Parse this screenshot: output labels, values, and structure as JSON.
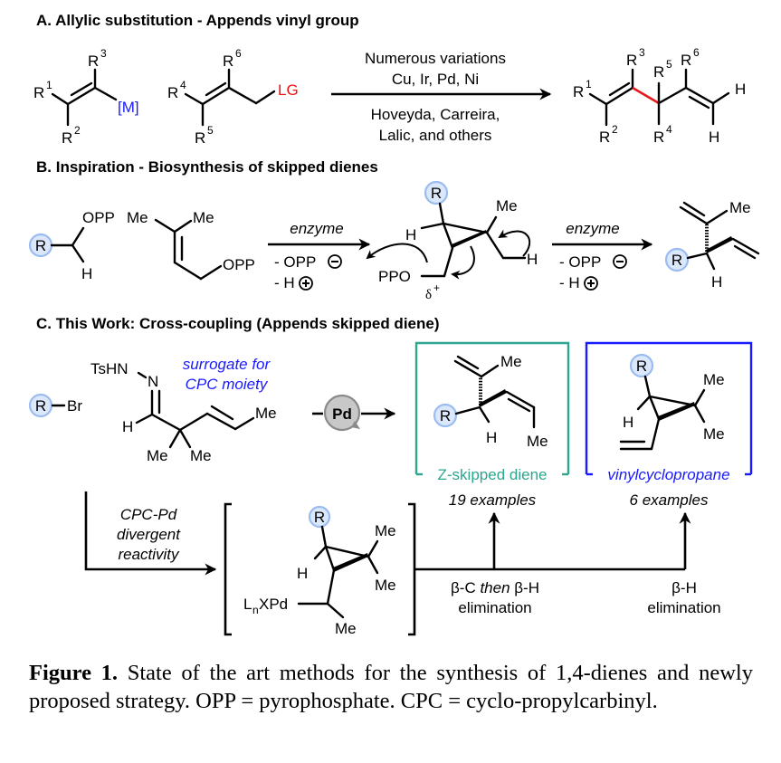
{
  "sections": {
    "a": {
      "title": "A. Allylic substitution - Appends vinyl group",
      "reagent1": {
        "r1": "R",
        "r1_sup": "1",
        "r2": "R",
        "r2_sup": "2",
        "r3": "R",
        "r3_sup": "3",
        "metal": "[M]"
      },
      "reagent2": {
        "r4": "R",
        "r4_sup": "4",
        "r5": "R",
        "r5_sup": "5",
        "r6": "R",
        "r6_sup": "6",
        "leaving_group": "LG"
      },
      "arrow_above": [
        "Numerous variations",
        "Cu, Ir, Pd, Ni"
      ],
      "arrow_below": [
        "Hoveyda, Carreira,",
        "Lalic, and others"
      ],
      "product": {
        "r1": "R",
        "r1_sup": "1",
        "r2": "R",
        "r2_sup": "2",
        "r3": "R",
        "r3_sup": "3",
        "r4": "R",
        "r4_sup": "4",
        "r5": "R",
        "r5_sup": "5",
        "r6": "R",
        "r6_sup": "6",
        "h1": "H",
        "h2": "H"
      }
    },
    "b": {
      "title": "B. Inspiration - Biosynthesis of skipped dienes",
      "sm1": {
        "r": "R",
        "opp": "OPP",
        "h": "H"
      },
      "sm2": {
        "me1": "Me",
        "me2": "Me",
        "opp": "OPP"
      },
      "arrow1": {
        "above": "enzyme",
        "below1": "- OPP",
        "below2": "- H"
      },
      "intermediate": {
        "r": "R",
        "h": "H",
        "me": "Me",
        "h2": "H",
        "ppo": "PPO",
        "delta": "δ",
        "delta_sup": "+"
      },
      "arrow2": {
        "above": "enzyme",
        "below1": "- OPP",
        "below2": "- H"
      },
      "product": {
        "r": "R",
        "me": "Me",
        "h": "H"
      }
    },
    "c": {
      "title": "C. This Work: Cross-coupling (Appends skipped diene)",
      "rbr": {
        "r": "R",
        "br": "Br"
      },
      "hydrazone": {
        "tshn": "TsHN",
        "n": "N",
        "h": "H",
        "me1": "Me",
        "me2": "Me",
        "me3": "Me"
      },
      "surrogate_note": [
        "surrogate for",
        "CPC moiety"
      ],
      "catalyst": "Pd",
      "product_z": {
        "label": "Z-skipped diene",
        "examples": "19 examples",
        "r": "R",
        "me1": "Me",
        "me2": "Me",
        "h": "H"
      },
      "product_vcp": {
        "label": "vinylcyclopropane",
        "examples": "6 examples",
        "r": "R",
        "me1": "Me",
        "me2": "Me",
        "h": "H"
      },
      "divergent_note": [
        "CPC-Pd",
        "divergent",
        "reactivity"
      ],
      "intermediate": {
        "r": "R",
        "h": "H",
        "me1": "Me",
        "me2": "Me",
        "me3": "Me",
        "lnxpd_l": "L",
        "lnxpd_n": "n",
        "lnxpd_rest": "XPd"
      },
      "path1": {
        "beta1": "β-C ",
        "then": "then",
        "beta2": " β-H",
        "line2": "elimination"
      },
      "path2": {
        "line1": "β-H",
        "line2": "elimination"
      }
    }
  },
  "caption": {
    "label": "Figure 1.",
    "text": " State of the art methods for the synthesis of 1,4-dienes and newly proposed strategy. OPP = pyrophosphate. CPC = cyclo-propylcarbinyl."
  },
  "colors": {
    "metal": "#1a1aff",
    "leaving_group": "#ee1111",
    "new_bond": "#e8171b",
    "r_circle_fill": "#dbe7fb",
    "r_circle_stroke": "#9bbcf0",
    "z_box": "#2ea58e",
    "vcp_box": "#1a1aff",
    "pd_fill": "#c8c8c8"
  }
}
